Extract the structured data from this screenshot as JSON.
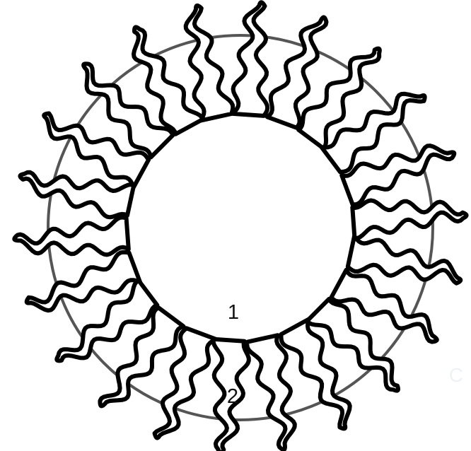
{
  "figure": {
    "labels": {
      "inner_region": "1",
      "membrane_region": "2"
    },
    "corner_letter": "C",
    "colors": {
      "background": "#ffffff",
      "outer_circle": "#555555",
      "lipid_tail_fill": "#ffffff",
      "lipid_tail_outline": "#000000",
      "label_text": "#111111",
      "corner_letter": "#eef2f5"
    },
    "structure": {
      "lipid_count": 22
    }
  }
}
